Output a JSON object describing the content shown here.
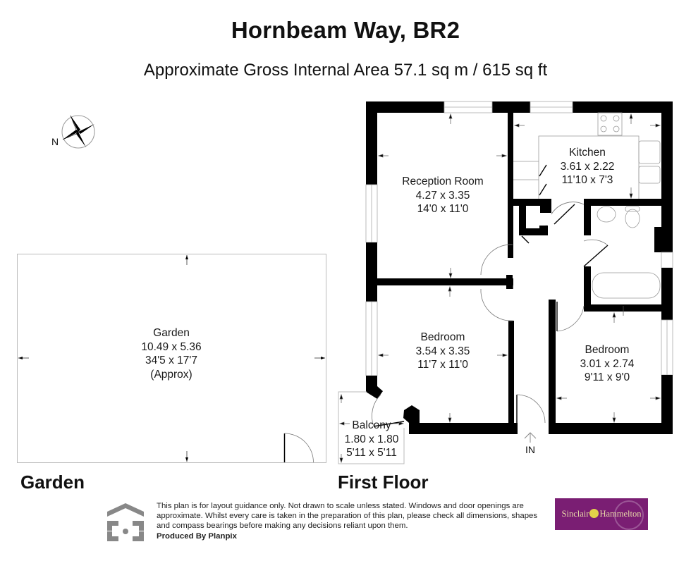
{
  "header": {
    "title": "Hornbeam Way, BR2",
    "subtitle": "Approximate Gross Internal Area 57.1 sq m / 615 sq ft"
  },
  "compass": {
    "label": "N",
    "icon": "compass-rose-icon"
  },
  "garden": {
    "section_title": "Garden",
    "room": {
      "name": "Garden",
      "metric": "10.49 x 5.36",
      "imperial": "34'5 x 17'7",
      "note": "(Approx)"
    }
  },
  "first_floor": {
    "section_title": "First Floor",
    "entrance_label": "IN",
    "rooms": [
      {
        "name": "Reception Room",
        "metric": "4.27 x 3.35",
        "imperial": "14'0 x 11'0"
      },
      {
        "name": "Kitchen",
        "metric": "3.61 x 2.22",
        "imperial": "11'10 x 7'3"
      },
      {
        "name": "Bedroom",
        "metric": "3.54 x 3.35",
        "imperial": "11'7 x 11'0"
      },
      {
        "name": "Bedroom",
        "metric": "3.01 x 2.74",
        "imperial": "9'11 x 9'0"
      },
      {
        "name": "Balcony",
        "metric": "1.80 x 1.80",
        "imperial": "5'11 x 5'11"
      }
    ]
  },
  "footer": {
    "disclaimer": "This plan is for layout guidance only. Not drawn to scale unless stated. Windows and door openings are approximate. Whilst every care is taken in the preparation of this plan, please check all dimensions, shapes and compass bearings before making any decisions reliant upon them.",
    "produced_by": "Produced By Planpix",
    "brand_left": "Sinclair",
    "brand_right": "Hammelton",
    "brand_color": "#7a1e73"
  }
}
